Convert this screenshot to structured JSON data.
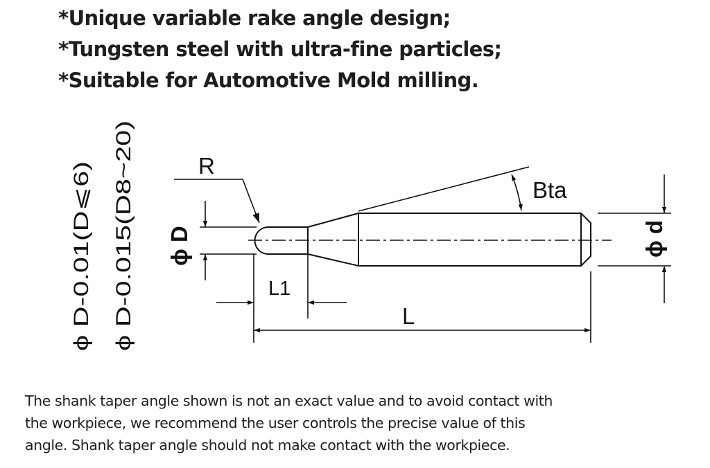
{
  "features": [
    "*Unique variable rake angle design;",
    "*Tungsten steel with ultra-fine particles;",
    "*Suitable for Automotive Mold milling."
  ],
  "drawing": {
    "tolerance_small": "ϕ D-0.01(D⩽6)",
    "tolerance_large": "ϕ D-0.015(D8~20)",
    "label_radius": "R",
    "label_angle": "Bta",
    "label_head_diameter": "ϕ D",
    "label_shank_diameter": "ϕ d",
    "label_edge_length": "L1",
    "label_overall_length": "L"
  },
  "note_lines": [
    "The shank taper angle shown is not an exact value and to avoid contact with",
    "the workpiece, we recommend the user controls the precise value of this",
    "angle. Shank taper angle should not make contact with the workpiece."
  ],
  "colors": {
    "text": "#1e1e1e",
    "line": "#111111",
    "background": "#ffffff"
  }
}
